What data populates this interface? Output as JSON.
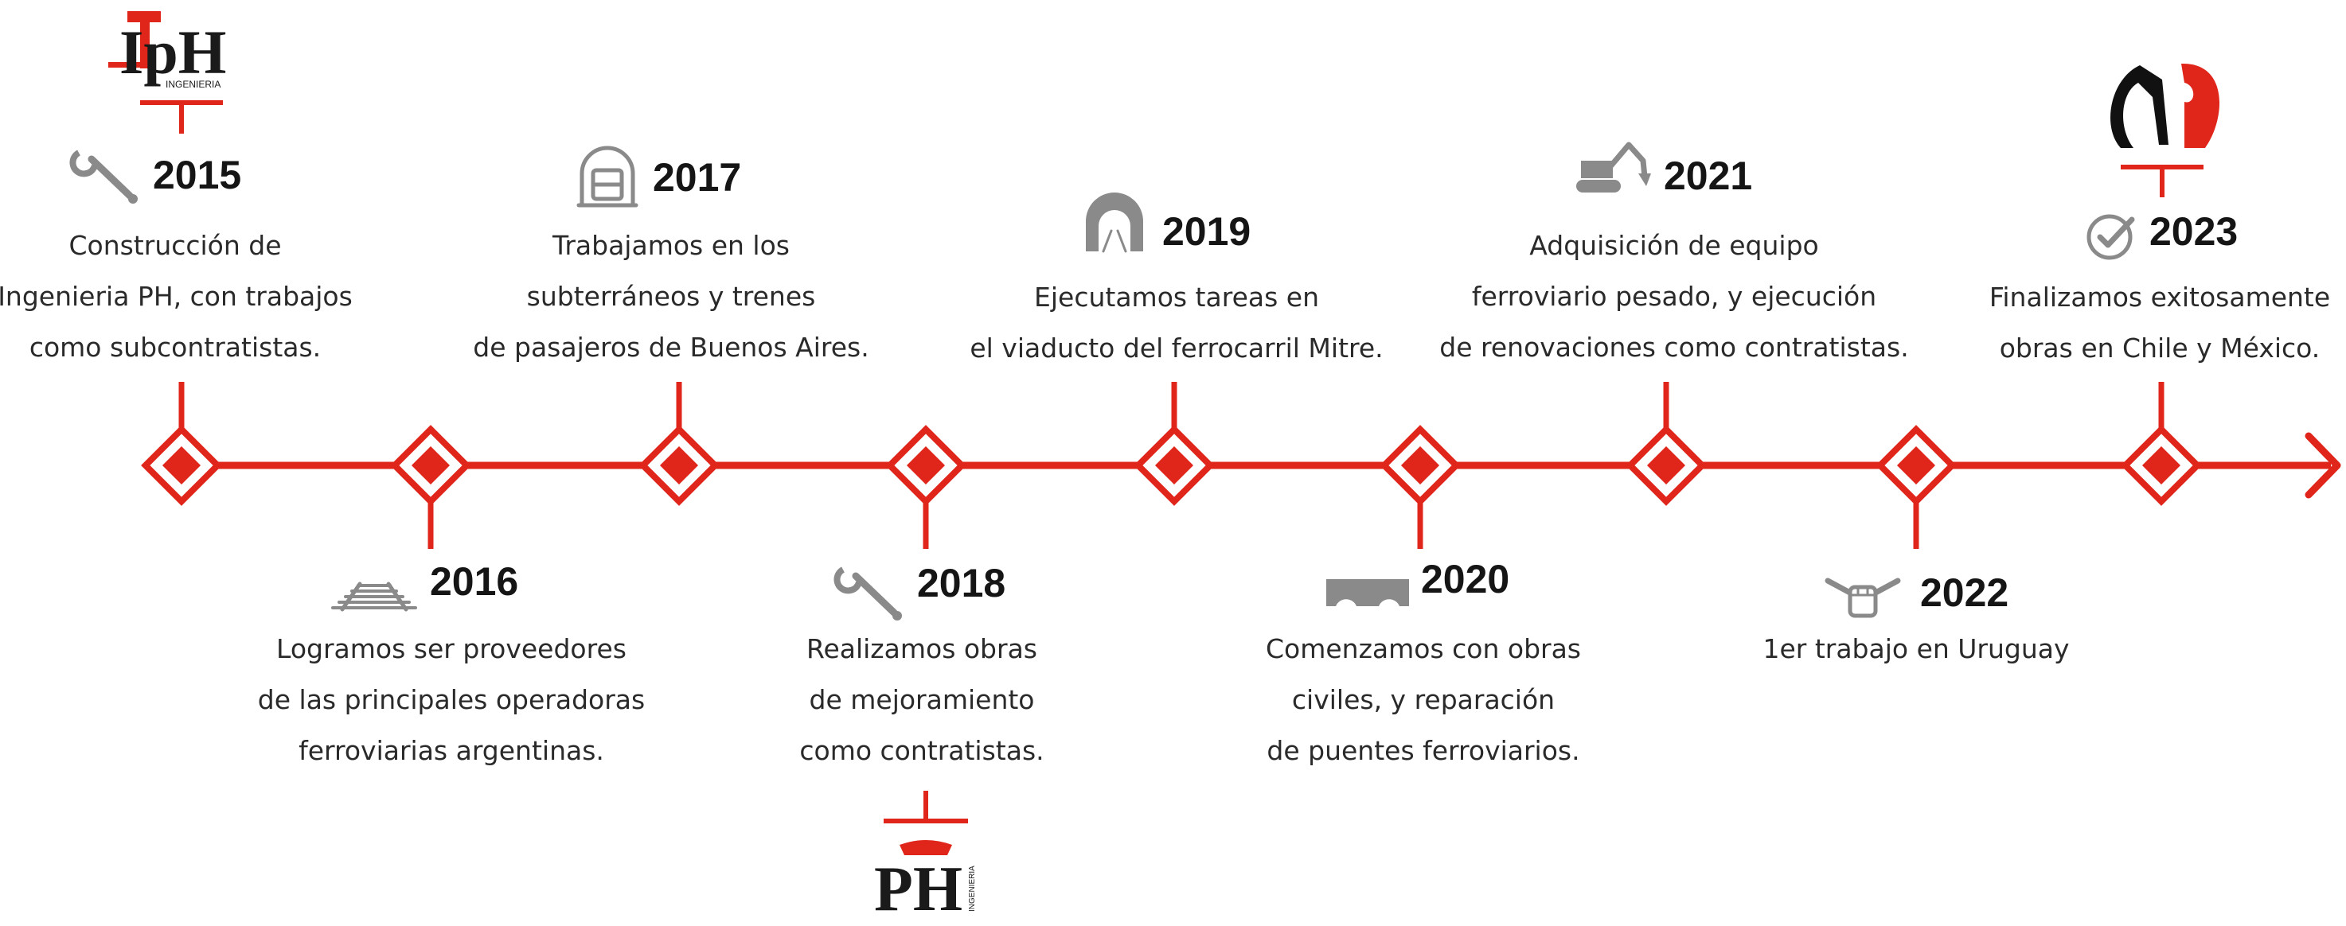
{
  "colors": {
    "accent": "#e0251b",
    "icon": "#8a8a8a",
    "text": "#2a2a2a",
    "year": "#151515"
  },
  "logos": {
    "top_left": {
      "name": "IpH",
      "text": "IpH",
      "sub": "INGENIERIA"
    },
    "bottom": {
      "name": "PH",
      "text": "PH",
      "sub": "INGENIERIA"
    },
    "top_right": {
      "name": "symbol"
    }
  },
  "events": [
    {
      "year": "2015",
      "icon": "wrench-icon",
      "lines": [
        "Construcción de",
        "Ingenieria PH, con trabajos",
        "como subcontratistas."
      ]
    },
    {
      "year": "2016",
      "icon": "rail-track-icon",
      "lines": [
        "Logramos ser proveedores",
        "de las principales operadoras",
        "ferroviarias argentinas."
      ]
    },
    {
      "year": "2017",
      "icon": "metro-train-icon",
      "lines": [
        "Trabajamos en los",
        "subterráneos y trenes",
        "de pasajeros de Buenos Aires."
      ]
    },
    {
      "year": "2018",
      "icon": "wrench-icon",
      "lines": [
        "Realizamos obras",
        "de mejoramiento",
        "como contratistas."
      ]
    },
    {
      "year": "2019",
      "icon": "tunnel-icon",
      "lines": [
        "Ejecutamos tareas en",
        "el viaducto del ferrocarril Mitre."
      ]
    },
    {
      "year": "2020",
      "icon": "bridge-icon",
      "lines": [
        "Comenzamos con obras",
        "civiles, y reparación",
        "de puentes ferroviarios."
      ]
    },
    {
      "year": "2021",
      "icon": "excavator-icon",
      "lines": [
        "Adquisición de equipo",
        "ferroviario pesado, y ejecución",
        "de renovaciones como contratistas."
      ]
    },
    {
      "year": "2022",
      "icon": "fist-wrench-icon",
      "lines": [
        "1er trabajo en Uruguay"
      ]
    },
    {
      "year": "2023",
      "icon": "check-circle-icon",
      "lines": [
        "Finalizamos exitosamente",
        "obras en Chile y México."
      ]
    }
  ]
}
